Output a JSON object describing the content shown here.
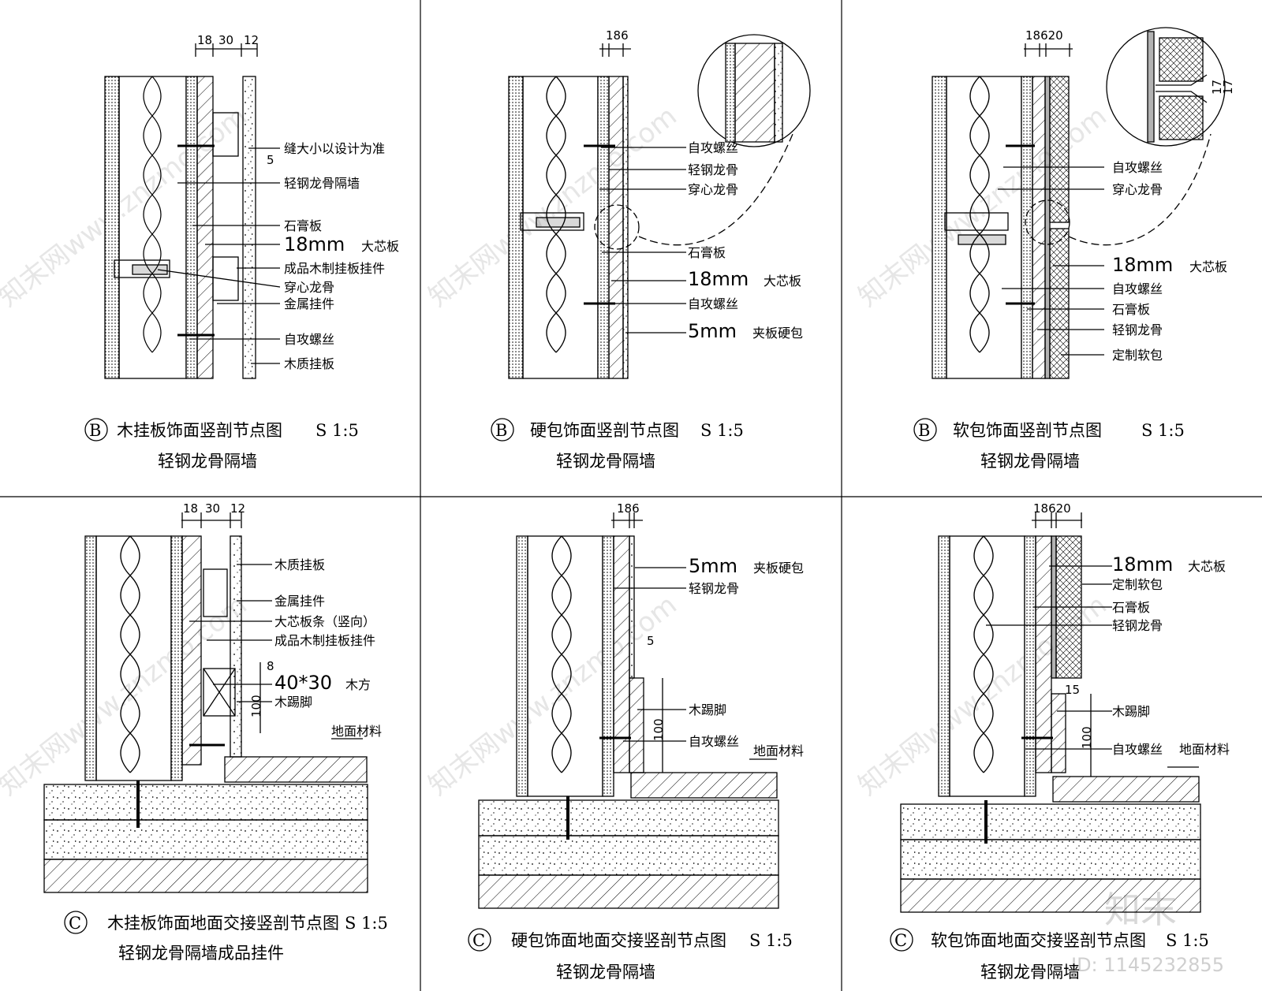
{
  "watermark": {
    "text": "知末网www.znzmo.com",
    "brand": "知末",
    "id": "ID: 1145232855"
  },
  "panels": [
    {
      "key": "p1",
      "title": "木挂板饰面竖剖节点图",
      "scale": "S 1:5",
      "subtitle": "轻钢龙骨隔墙",
      "marker": "B",
      "dims": [
        "18",
        "30",
        "12"
      ],
      "labels": [
        "缝大小以设计为准",
        "轻钢龙骨隔墙",
        "石膏板",
        "18mm",
        "大芯板",
        "成品木制挂板挂件",
        "穿心龙骨",
        "金属挂件",
        "自攻螺丝",
        "木质挂板"
      ],
      "dim_small": "5"
    },
    {
      "key": "p2",
      "title": "硬包饰面竖剖节点图",
      "scale": "S 1:5",
      "subtitle": "轻钢龙骨隔墙",
      "marker": "B",
      "dims": [
        "186"
      ],
      "labels": [
        "自攻螺丝",
        "轻钢龙骨",
        "穿心龙骨",
        "石膏板",
        "18mm",
        "大芯板",
        "自攻螺丝",
        "5mm",
        "夹板硬包"
      ]
    },
    {
      "key": "p3",
      "title": "软包饰面竖剖节点图",
      "scale": "S 1:5",
      "subtitle": "轻钢龙骨隔墙",
      "marker": "B",
      "dims": [
        "18620"
      ],
      "detail_dims": [
        "17",
        "17"
      ],
      "labels": [
        "自攻螺丝",
        "穿心龙骨",
        "18mm",
        "大芯板",
        "自攻螺丝",
        "石膏板",
        "轻钢龙骨",
        "定制软包"
      ]
    },
    {
      "key": "p4",
      "title": "木挂板饰面地面交接竖剖节点图",
      "scale": "S 1:5",
      "subtitle": "轻钢龙骨隔墙成品挂件",
      "marker": "C",
      "dims": [
        "18",
        "30",
        "12"
      ],
      "labels": [
        "木质挂板",
        "金属挂件",
        "大芯板条（竖向）",
        "成品木制挂板挂件",
        "40*30",
        "木方",
        "木踢脚",
        "地面材料"
      ],
      "vdims": [
        "8",
        "100"
      ]
    },
    {
      "key": "p5",
      "title": "硬包饰面地面交接竖剖节点图",
      "scale": "S 1:5",
      "subtitle": "轻钢龙骨隔墙",
      "marker": "C",
      "dims": [
        "186"
      ],
      "labels": [
        "5mm",
        "夹板硬包",
        "轻钢龙骨",
        "木踢脚",
        "自攻螺丝",
        "地面材料"
      ],
      "vdims": [
        "5",
        "100"
      ]
    },
    {
      "key": "p6",
      "title": "软包饰面地面交接竖剖节点图",
      "scale": "S 1:5",
      "subtitle": "轻钢龙骨隔墙",
      "marker": "C",
      "dims": [
        "18620"
      ],
      "labels": [
        "18mm",
        "大芯板",
        "定制软包",
        "石膏板",
        "轻钢龙骨",
        "木踢脚",
        "自攻螺丝",
        "地面材料"
      ],
      "vdims": [
        "15",
        "100"
      ]
    }
  ]
}
